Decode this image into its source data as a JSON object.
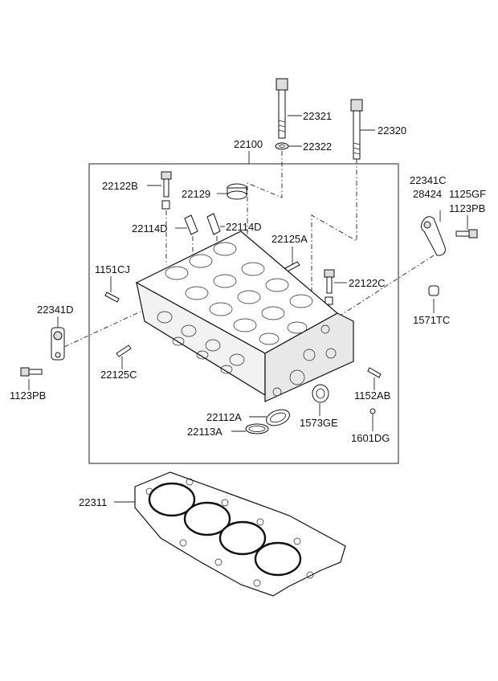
{
  "diagram": {
    "labels": {
      "p22321": "22321",
      "p22320": "22320",
      "p22322": "22322",
      "p22100": "22100",
      "p22122B": "22122B",
      "p22129": "22129",
      "p22341C": "22341C",
      "p28424": "28424",
      "p1125GF": "1125GF",
      "p1123PB_right": "1123PB",
      "p22114D_left": "22114D",
      "p22114D_right": "22114D",
      "p22125A": "22125A",
      "p1151CJ": "1151CJ",
      "p22122C": "22122C",
      "p1571TC": "1571TC",
      "p22341D": "22341D",
      "p22125C": "22125C",
      "p1123PB_left": "1123PB",
      "p1152AB": "1152AB",
      "p22112A": "22112A",
      "p1573GE": "1573GE",
      "p22113A": "22113A",
      "p1601DG": "1601DG",
      "p22311": "22311"
    }
  }
}
